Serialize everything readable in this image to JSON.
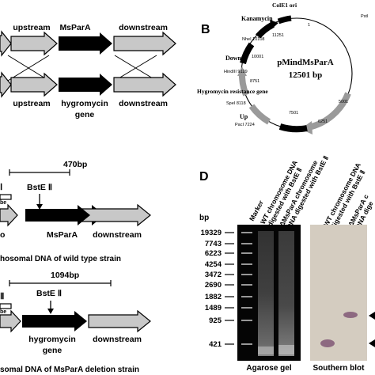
{
  "panel_a": {
    "top_labels": [
      "upstream",
      "MsParA",
      "downstream"
    ],
    "bottom_labels": [
      "upstream",
      "hygromycin",
      "downstream"
    ],
    "gene_label": "gene"
  },
  "panel_b": {
    "letter": "B",
    "plasmid_name": "pMindMsParA",
    "plasmid_size": "12501 bp",
    "labels": {
      "cole1": "ColE1 ori",
      "kanamycin": "Kanamycin",
      "pst": "PstI",
      "nhe": "NheI 10108",
      "n10001": "10001",
      "down": "Down",
      "hind": "HindIII 9129",
      "n8751": "8751",
      "hyg": "Hygromycin resistance gene",
      "spe": "SpeI 8118",
      "up": "Up",
      "pac": "PacI 7224",
      "n7501": "7501",
      "n6251": "6251",
      "n5001": "5001",
      "n11251": "11251",
      "n1": "1"
    }
  },
  "panel_c": {
    "wt": {
      "size": "470bp",
      "bst": "BstE Ⅱ",
      "gene": "MsParA",
      "down": "downstream",
      "left_roman": "Ⅰ",
      "probe": "be",
      "frag": "o",
      "caption": "hosomal DNA of wild type strain"
    },
    "mut": {
      "size": "1094bp",
      "bst": "BstE Ⅱ",
      "gene1": "hygromycin",
      "gene2": "gene",
      "down": "downstream",
      "left_roman": "Ⅱ",
      "probe": "be",
      "caption": "somal DNA of MsParA deletion strain"
    }
  },
  "panel_d": {
    "letter": "D",
    "bp": "bp",
    "ladder": [
      "19329",
      "7743",
      "6223",
      "4254",
      "3472",
      "2690",
      "1882",
      "1489",
      "925",
      "421"
    ],
    "lane_labels": [
      "Marker",
      "WT chromosome DNA",
      "digested with BstE Ⅱ",
      "ΔMsParA chromosome",
      "DNA digested with BstE Ⅱ",
      "WT chromosome DNA",
      "digested with BstE Ⅱ",
      "ΔMsParA c",
      "DNA dige"
    ],
    "agarose_caption": "Agarose gel",
    "southern_caption": "Southern blot"
  }
}
